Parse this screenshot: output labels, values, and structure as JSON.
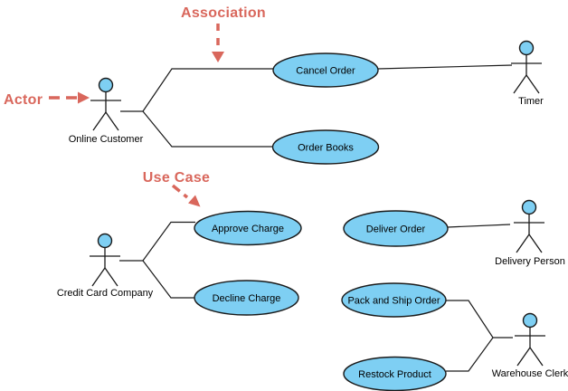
{
  "colors": {
    "background": "#FFFFFF",
    "shape_fill": "#7ECFF3",
    "shape_stroke": "#1A1A1A",
    "connector": "#1A1A1A",
    "annotation": "#D9675C"
  },
  "annotations": {
    "association": {
      "label": "Association",
      "points_to": "association line"
    },
    "actor": {
      "label": "Actor",
      "points_to": "Online Customer actor"
    },
    "use_case": {
      "label": "Use Case",
      "points_to": "Approve Charge use case"
    }
  },
  "actors": [
    {
      "id": "online-customer",
      "label": "Online Customer"
    },
    {
      "id": "timer",
      "label": "Timer"
    },
    {
      "id": "credit-card-company",
      "label": "Credit Card Company"
    },
    {
      "id": "delivery-person",
      "label": "Delivery Person"
    },
    {
      "id": "warehouse-clerk",
      "label": "Warehouse Clerk"
    }
  ],
  "use_cases": [
    {
      "id": "cancel-order",
      "label": "Cancel Order"
    },
    {
      "id": "order-books",
      "label": "Order Books"
    },
    {
      "id": "approve-charge",
      "label": "Approve Charge"
    },
    {
      "id": "decline-charge",
      "label": "Decline Charge"
    },
    {
      "id": "deliver-order",
      "label": "Deliver Order"
    },
    {
      "id": "pack-and-ship-order",
      "label": "Pack and Ship Order"
    },
    {
      "id": "restock-product",
      "label": "Restock Product"
    }
  ],
  "associations": [
    {
      "from": "Online Customer",
      "to": "Cancel Order"
    },
    {
      "from": "Online Customer",
      "to": "Order Books"
    },
    {
      "from": "Cancel Order",
      "to": "Timer"
    },
    {
      "from": "Credit Card Company",
      "to": "Approve Charge"
    },
    {
      "from": "Credit Card Company",
      "to": "Decline Charge"
    },
    {
      "from": "Deliver Order",
      "to": "Delivery Person"
    },
    {
      "from": "Pack and Ship Order",
      "to": "Warehouse Clerk"
    },
    {
      "from": "Restock Product",
      "to": "Warehouse Clerk"
    }
  ]
}
